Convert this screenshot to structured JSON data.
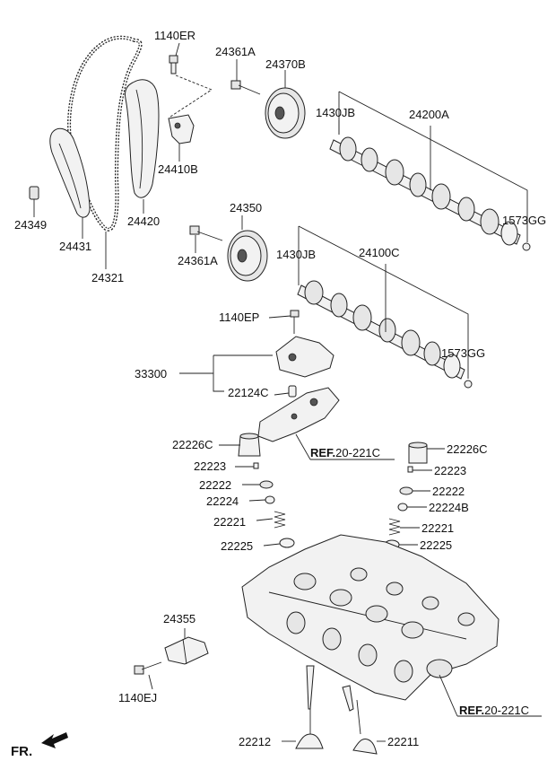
{
  "labels": {
    "p1140ER": "1140ER",
    "p24361A_top": "24361A",
    "p24370B": "24370B",
    "p1430JB_top": "1430JB",
    "p24200A": "24200A",
    "p24410B": "24410B",
    "p24349": "24349",
    "p24420": "24420",
    "p24431": "24431",
    "p1573GG_top": "1573GG",
    "p24350": "24350",
    "p24361A_bot": "24361A",
    "p1430JB_bot": "1430JB",
    "p24100C": "24100C",
    "p24321": "24321",
    "p1140EP": "1140EP",
    "p1573GG_bot": "1573GG",
    "p33300": "33300",
    "p22124C": "22124C",
    "p22226C_left": "22226C",
    "p22226C_right": "22226C",
    "p22223_left": "22223",
    "p22223_right": "22223",
    "p22222_left": "22222",
    "p22222_right": "22222",
    "p22224": "22224",
    "p22224B": "22224B",
    "p22221_left": "22221",
    "p22221_right": "22221",
    "p22225_left": "22225",
    "p22225_right": "22225",
    "p24355": "24355",
    "p1140EJ": "1140EJ",
    "p22212": "22212",
    "p22211": "22211",
    "fr": "FR."
  },
  "refs": {
    "ref1": {
      "bold": "REF.",
      "rest": "20-221C"
    },
    "ref2": {
      "bold": "REF.",
      "rest": "20-221C"
    }
  }
}
